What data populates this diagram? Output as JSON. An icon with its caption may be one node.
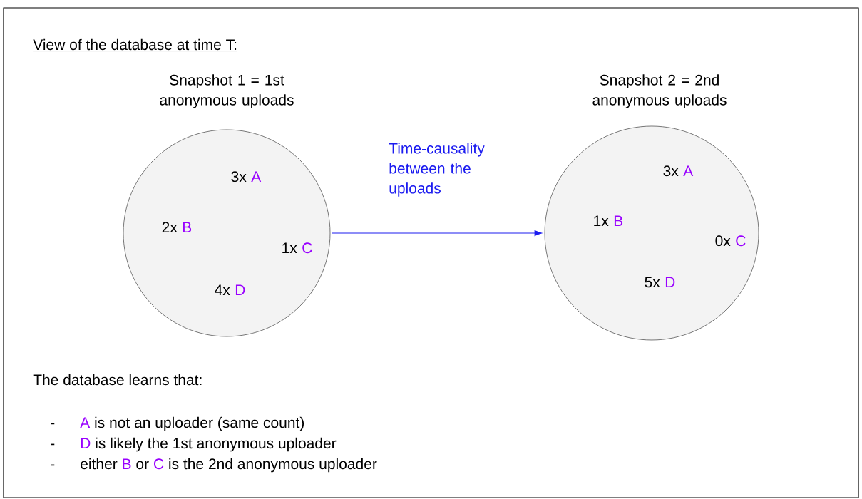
{
  "diagram": {
    "title": "View of the database at time T:",
    "nodes": [
      {
        "text": [
          "Snapshot 1 = 1st anonymous uploads",
          "3x",
          "A",
          "2x",
          "B",
          "1x",
          "C",
          "4x",
          "D"
        ]
      },
      {
        "text": [
          "Snapshot 2 = 2nd anonymous uploads",
          "3x",
          "A",
          "1x",
          "B",
          "0x",
          "C",
          "5x",
          "D"
        ]
      }
    ],
    "edges": [
      {
        "from": 0,
        "to": 1,
        "arrow": "to",
        "label": "Time-causality between the uploads",
        "color": "#1c1cf0"
      }
    ],
    "labels": [
      "The database learns that:",
      "-",
      "A",
      "is not an uploader (same count)",
      "-",
      "D",
      "is likely the 1st anonymous uploader",
      "-",
      "either",
      "B",
      "or",
      "C",
      "is the 2nd anonymous uploader"
    ]
  }
}
